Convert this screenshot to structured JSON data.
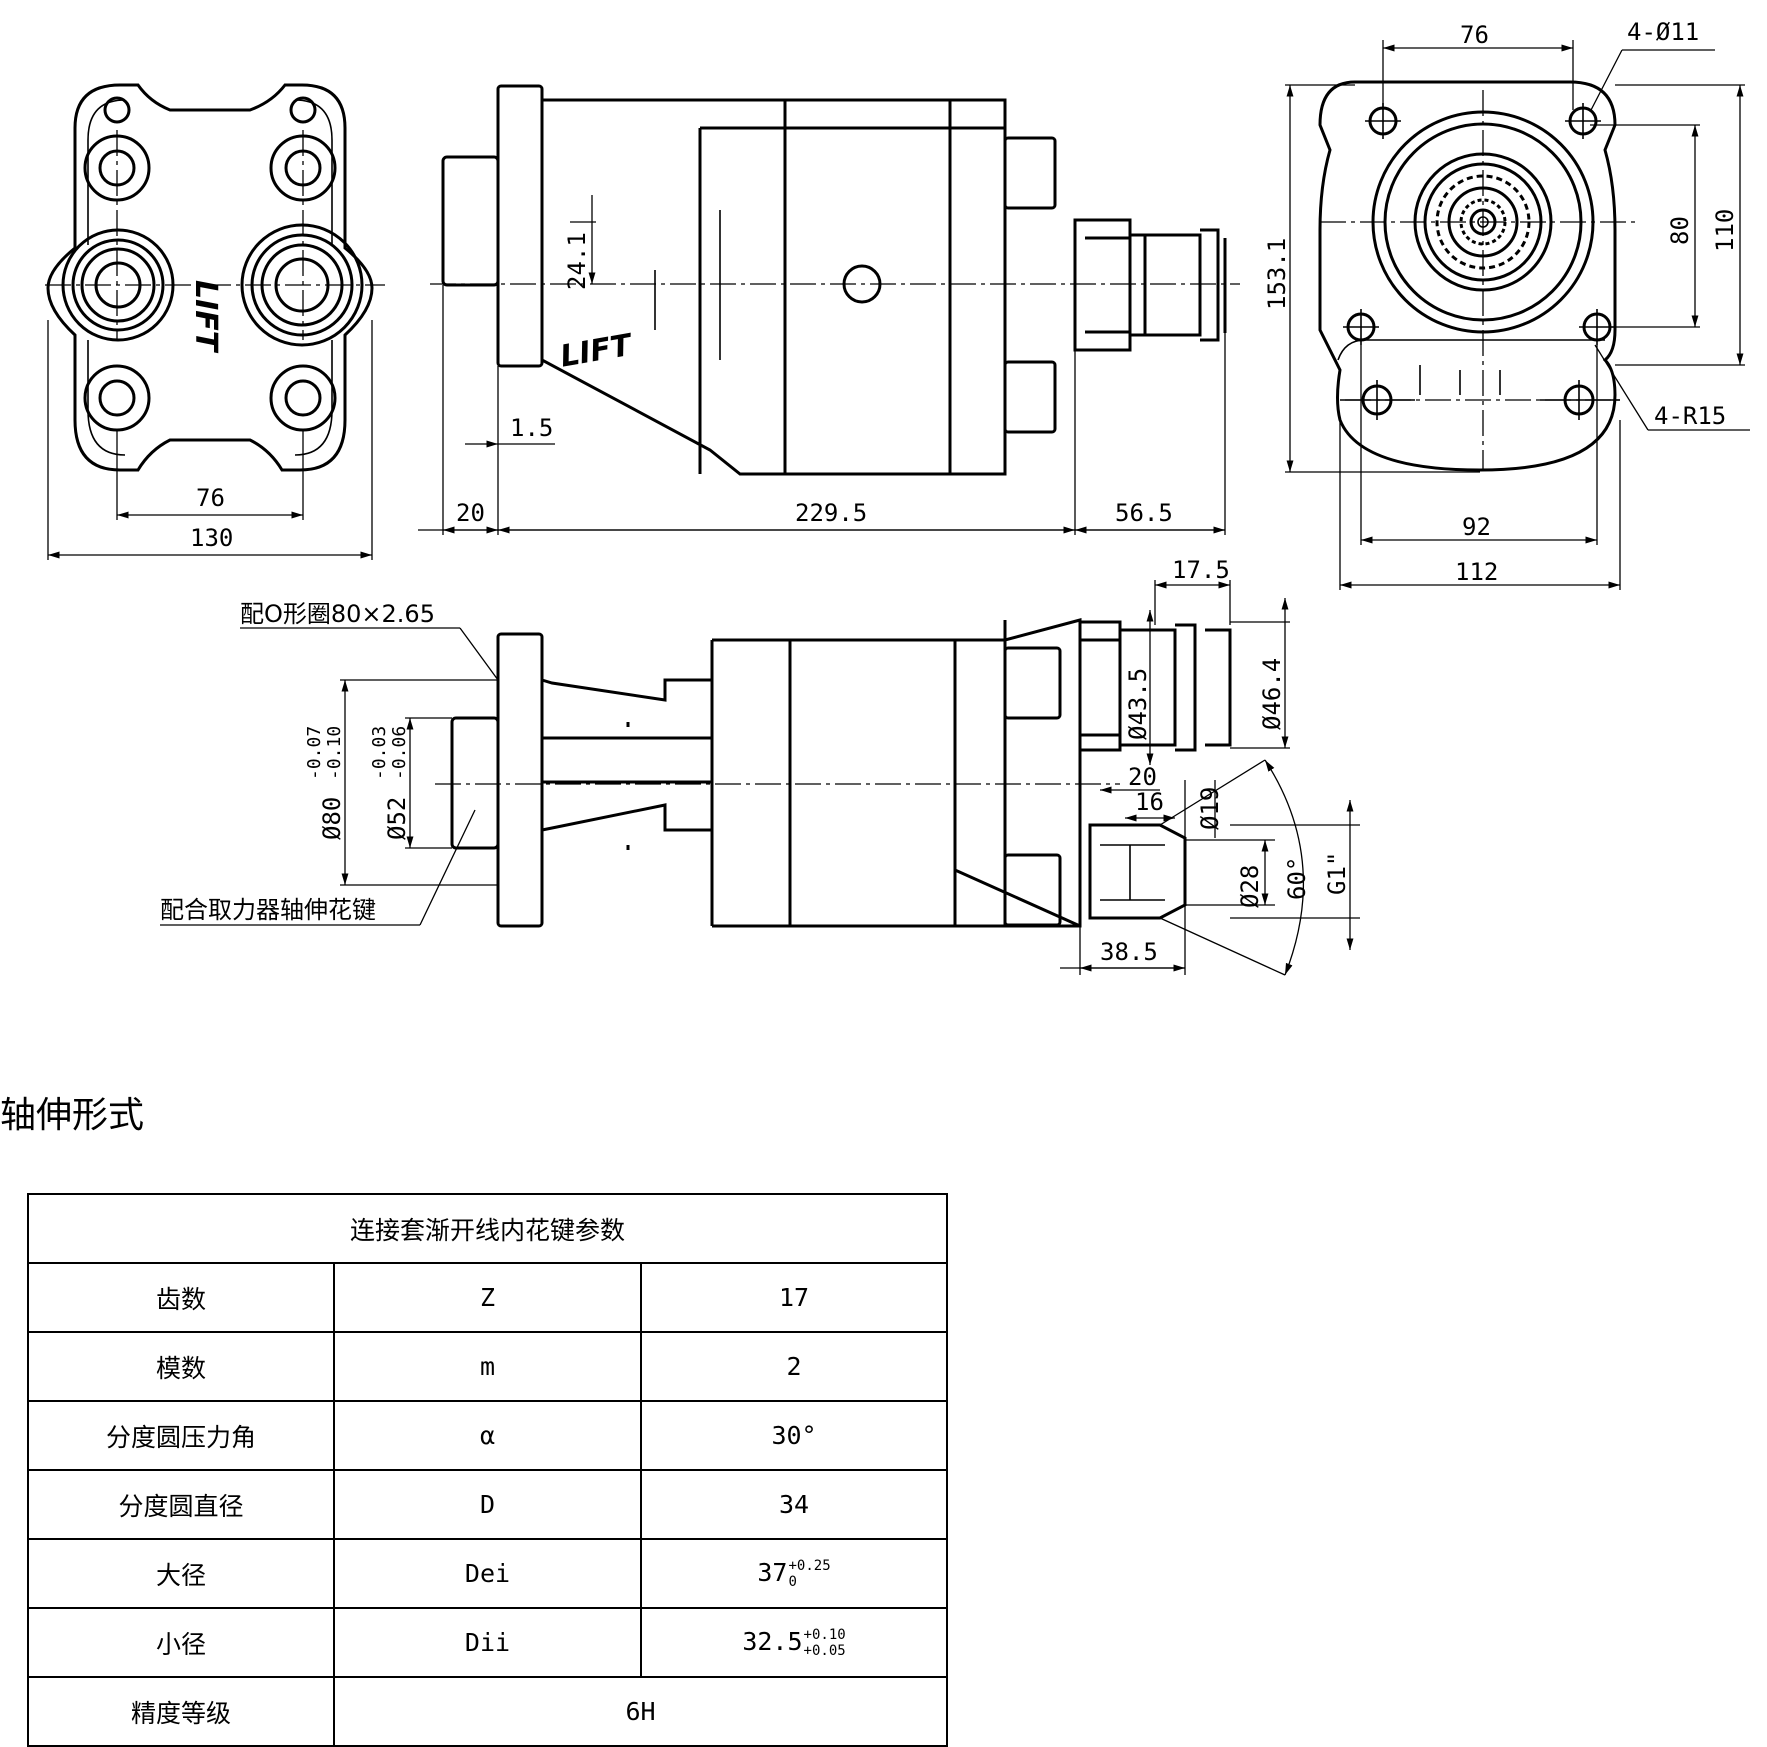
{
  "drawing": {
    "logo_text": "LIFT",
    "dimensions": {
      "front_hole_spacing": "76",
      "front_width": "130",
      "side_flange_thickness": "1.5",
      "side_offset": "24.1",
      "side_shaft_length": "20",
      "side_body_length": "229.5",
      "side_outlet_length": "56.5",
      "rear_hole_spacing_top": "76",
      "rear_hole_callout": "4-Ø11",
      "rear_height": "153.1",
      "rear_hole_vertical": "80",
      "rear_overall_vertical": "110",
      "rear_radius_callout": "4-R15",
      "rear_hole_spacing_bottom": "92",
      "rear_width": "112",
      "oring_callout": "配O形圈80×2.65",
      "spline_callout": "配合取力器轴伸花键",
      "pilot_dia": "Ø80",
      "pilot_tol_upper": "-0.07",
      "pilot_tol_lower": "-0.10",
      "shaft_dia": "Ø52",
      "shaft_tol_upper": "-0.03",
      "shaft_tol_lower": "-0.06",
      "outlet_length": "17.5",
      "outlet_inner_dia": "Ø43.5",
      "outlet_outer_dia": "Ø46.4",
      "port_depth_20": "20",
      "port_depth_16": "16",
      "port_dia_19": "Ø19",
      "port_dia_28": "Ø28",
      "port_angle": "60°",
      "port_thread": "G1\"",
      "port_length": "38.5"
    }
  },
  "section_title": "轴伸形式",
  "table": {
    "title": "连接套渐开线内花键参数",
    "rows": [
      {
        "name": "齿数",
        "symbol": "Z",
        "value": "17"
      },
      {
        "name": "模数",
        "symbol": "m",
        "value": "2"
      },
      {
        "name": "分度圆压力角",
        "symbol": "α",
        "value": "30°"
      },
      {
        "name": "分度圆直径",
        "symbol": "D",
        "value": "34"
      },
      {
        "name": "大径",
        "symbol": "Dei",
        "value": "37",
        "tol_upper": "+0.25",
        "tol_lower": "0"
      },
      {
        "name": "小径",
        "symbol": "Dii",
        "value": "32.5",
        "tol_upper": "+0.10",
        "tol_lower": "+0.05"
      }
    ],
    "grade": {
      "name": "精度等级",
      "value": "6H"
    }
  }
}
